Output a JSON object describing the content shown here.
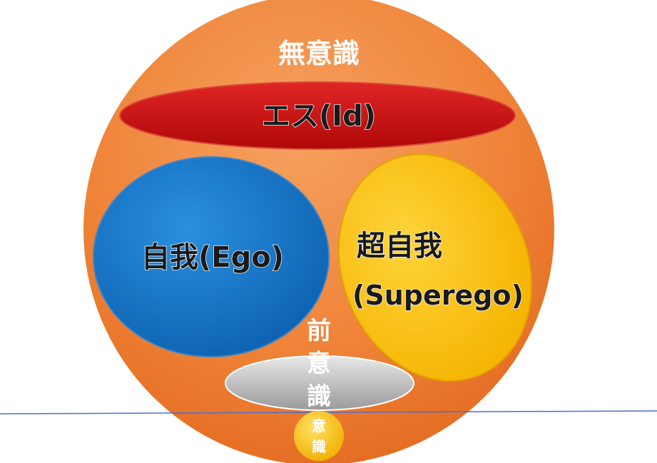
{
  "diagram": {
    "unconscious": {
      "label": "無意識",
      "color": "#f08a3c"
    },
    "id": {
      "label": "エス(Id)",
      "color": "#cc1010"
    },
    "ego": {
      "label": "自我(Ego)",
      "color": "#1478c8"
    },
    "superego": {
      "label_line1": "超自我",
      "label_line2": "(Superego)",
      "color": "#ffc20e"
    },
    "preconscious": {
      "label_chars": [
        "前",
        "意",
        "識"
      ],
      "color": "#b8b8b8"
    },
    "conscious": {
      "label_chars": [
        "意",
        "識"
      ],
      "color": "#ffc20e"
    },
    "divider_color": "#4a6fd0"
  }
}
